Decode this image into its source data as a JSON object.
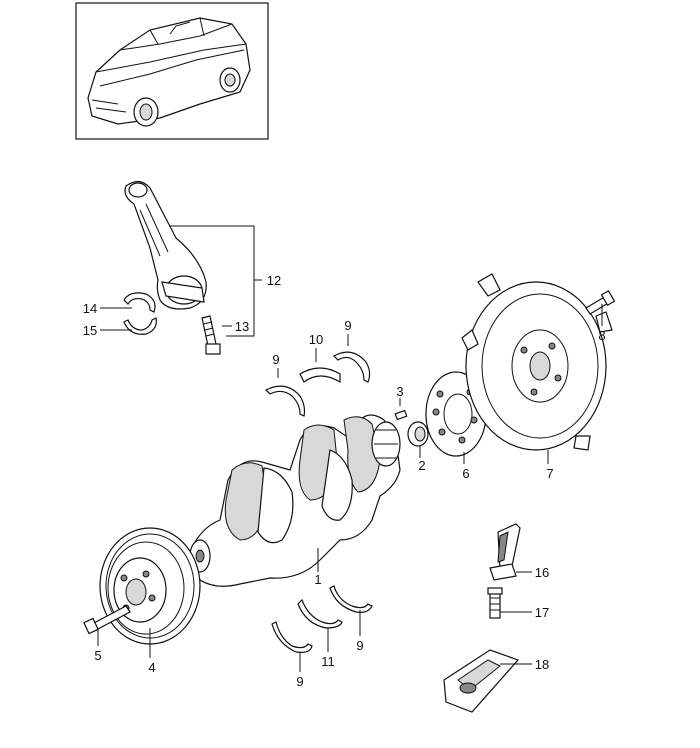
{
  "callouts": {
    "c1": "1",
    "c2": "2",
    "c3": "3",
    "c4": "4",
    "c5": "5",
    "c6": "6",
    "c7": "7",
    "c8": "8",
    "c9a": "9",
    "c9b": "9",
    "c9c": "9",
    "c9d": "9",
    "c10": "10",
    "c11": "11",
    "c12": "12",
    "c13": "13",
    "c14": "14",
    "c15": "15",
    "c16": "16",
    "c17": "17",
    "c18": "18"
  },
  "icons": {
    "vehicle": "suv-vehicle-illustration"
  },
  "colors": {
    "line": "#111111",
    "shade": "#d8d8d8",
    "background": "#ffffff"
  }
}
